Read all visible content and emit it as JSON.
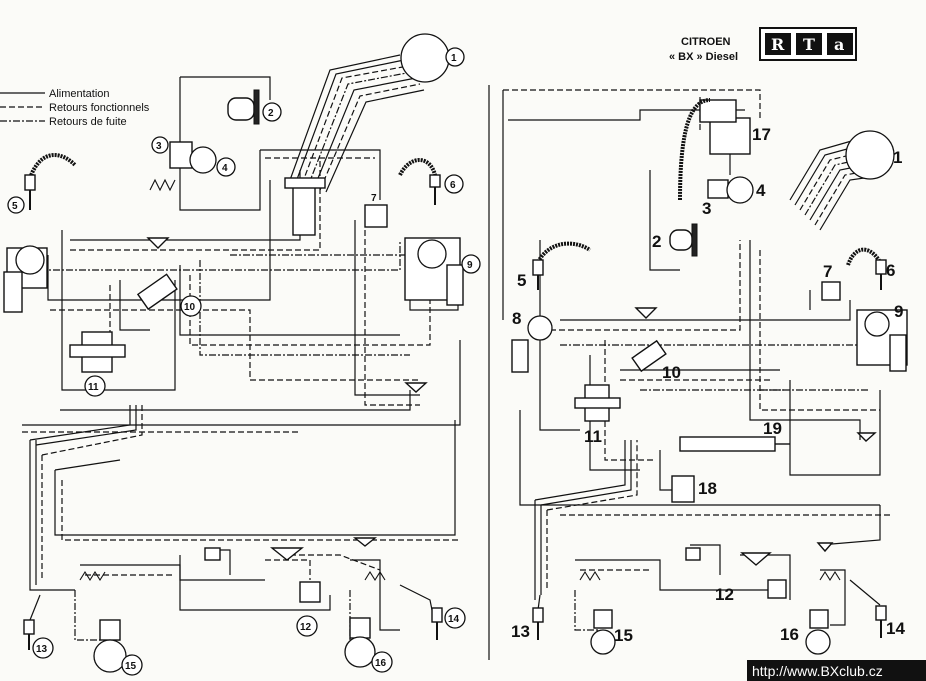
{
  "legend": {
    "supply": "Alimentation",
    "functional_returns": "Retours fonctionnels",
    "leak_returns": "Retours de fuite"
  },
  "brand": {
    "make": "CITROEN",
    "model": "« BX » Diesel",
    "logo": "RTa"
  },
  "watermark": {
    "url": "http://www.BXclub.cz"
  },
  "left_labels": [
    "1",
    "2",
    "3",
    "4",
    "5",
    "6",
    "7",
    "9",
    "10",
    "11",
    "12",
    "13",
    "14",
    "15",
    "16"
  ],
  "right_labels": [
    "1",
    "2",
    "3",
    "4",
    "5",
    "6",
    "7",
    "8",
    "9",
    "10",
    "11",
    "12",
    "13",
    "14",
    "15",
    "16",
    "17",
    "18",
    "19"
  ]
}
